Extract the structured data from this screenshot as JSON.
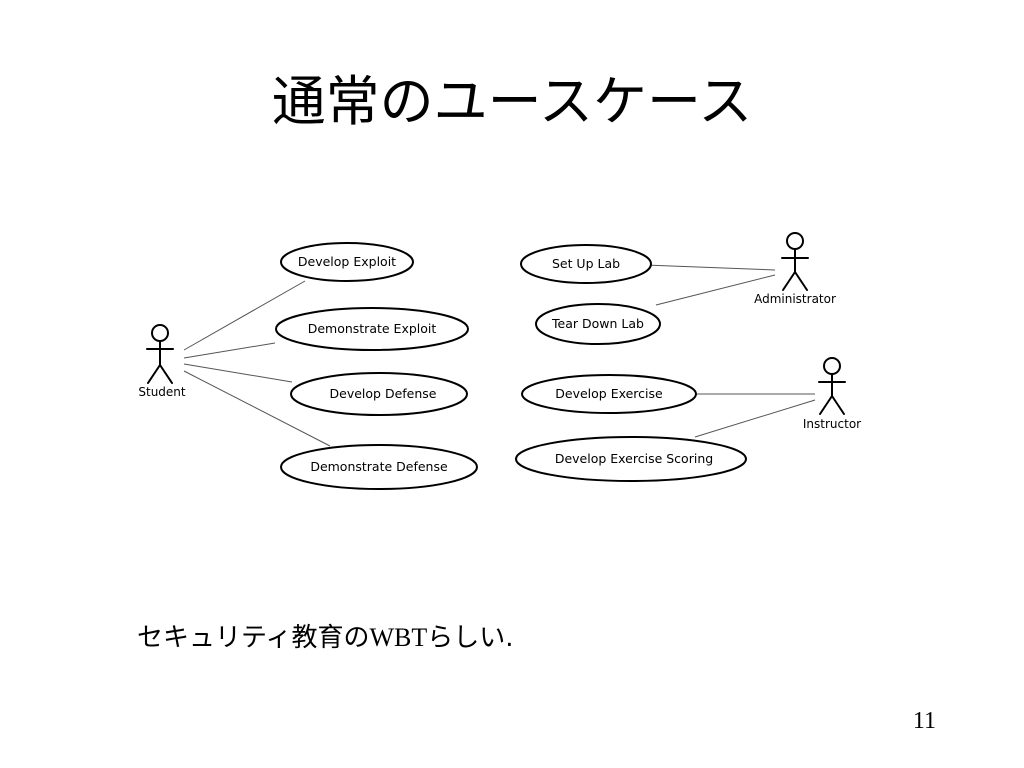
{
  "title": "通常のユースケース",
  "diagram": {
    "use_cases": [
      {
        "id": "develop-exploit",
        "label": "Develop Exploit"
      },
      {
        "id": "demonstrate-exploit",
        "label": "Demonstrate Exploit"
      },
      {
        "id": "develop-defense",
        "label": "Develop Defense"
      },
      {
        "id": "demonstrate-defense",
        "label": "Demonstrate Defense"
      },
      {
        "id": "set-up-lab",
        "label": "Set Up Lab"
      },
      {
        "id": "tear-down-lab",
        "label": "Tear Down Lab"
      },
      {
        "id": "develop-exercise",
        "label": "Develop Exercise"
      },
      {
        "id": "develop-exercise-scoring",
        "label": "Develop Exercise Scoring"
      }
    ],
    "actors": [
      {
        "id": "student",
        "label": "Student"
      },
      {
        "id": "administrator",
        "label": "Administrator"
      },
      {
        "id": "instructor",
        "label": "Instructor"
      }
    ],
    "associations": [
      {
        "from": "student",
        "to": "develop-exploit"
      },
      {
        "from": "student",
        "to": "demonstrate-exploit"
      },
      {
        "from": "student",
        "to": "develop-defense"
      },
      {
        "from": "student",
        "to": "demonstrate-defense"
      },
      {
        "from": "administrator",
        "to": "set-up-lab"
      },
      {
        "from": "administrator",
        "to": "tear-down-lab"
      },
      {
        "from": "instructor",
        "to": "develop-exercise"
      },
      {
        "from": "instructor",
        "to": "develop-exercise-scoring"
      }
    ]
  },
  "caption": {
    "prefix": "セキュリティ教育の",
    "acronym": "WBT",
    "suffix": "らしい."
  },
  "page_number": "11"
}
